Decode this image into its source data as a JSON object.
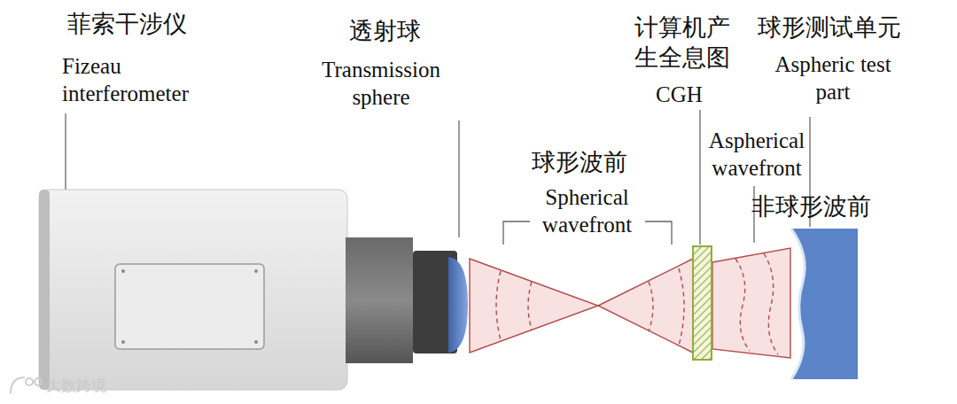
{
  "diagram": {
    "labels": [
      "菲索干涉仪",
      "Fizeau interferometer",
      "透射球",
      "Transmission sphere",
      "计算机产 生全息图",
      "CGH",
      "球形测试单元",
      "Aspheric test part",
      "球形波前",
      "Spherical wavefront",
      "Aspherical wavefront",
      "非球形波前",
      "大数跨境"
    ]
  }
}
